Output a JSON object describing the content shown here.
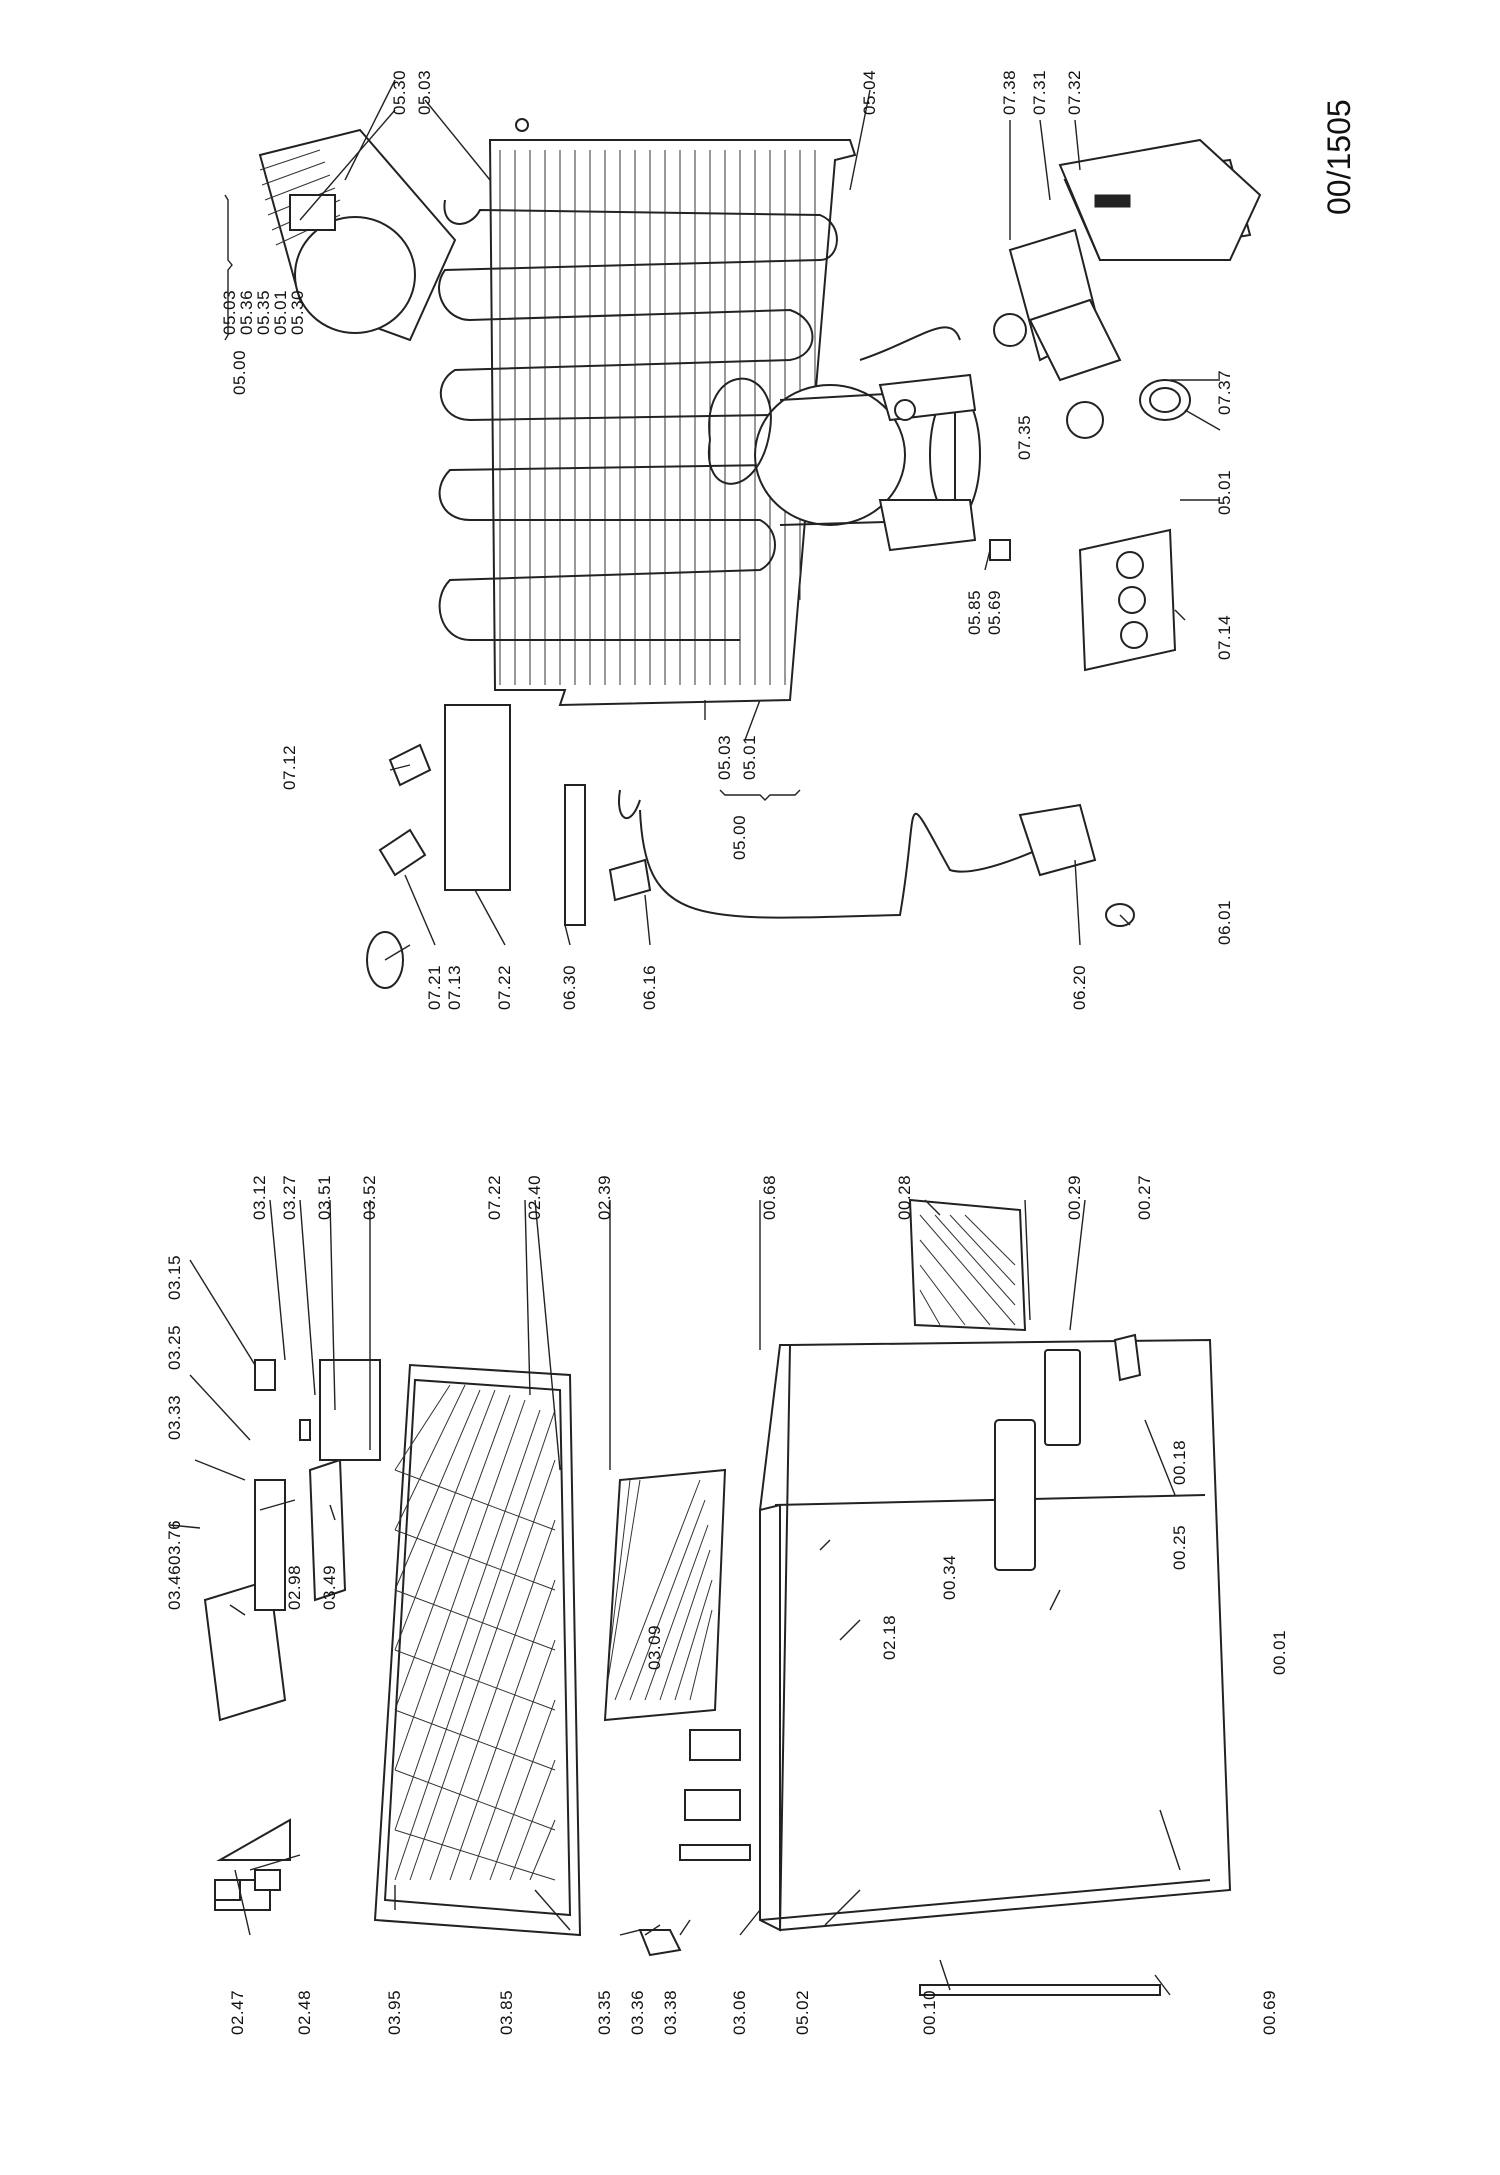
{
  "document_id": "00/1505",
  "labels_left": [
    "02.47",
    "02.48",
    "03.95",
    "03.85",
    "03.35",
    "03.36",
    "03.38",
    "03.06",
    "05.02",
    "00.10",
    "00.69",
    "03.46",
    "02.98",
    "03.49",
    "03.76",
    "03.33",
    "03.25",
    "03.15",
    "03.12",
    "03.27",
    "03.51",
    "03.52",
    "07.22",
    "02.40",
    "02.39",
    "00.68",
    "00.28",
    "00.29",
    "00.27",
    "03.09",
    "02.18",
    "00.34",
    "00.25",
    "00.18",
    "00.01"
  ],
  "labels_right": [
    "07.21",
    "07.13",
    "07.12",
    "07.22",
    "06.30",
    "06.16",
    "06.20",
    "06.01",
    "05.00",
    "05.03",
    "05.01",
    "05.85",
    "05.69",
    "07.14",
    "05.01",
    "07.35",
    "07.37",
    "05.04",
    "07.38",
    "07.31",
    "07.32",
    "05.00",
    "05.03",
    "05.36",
    "05.35",
    "05.01",
    "05.30",
    "05.30",
    "05.03"
  ]
}
